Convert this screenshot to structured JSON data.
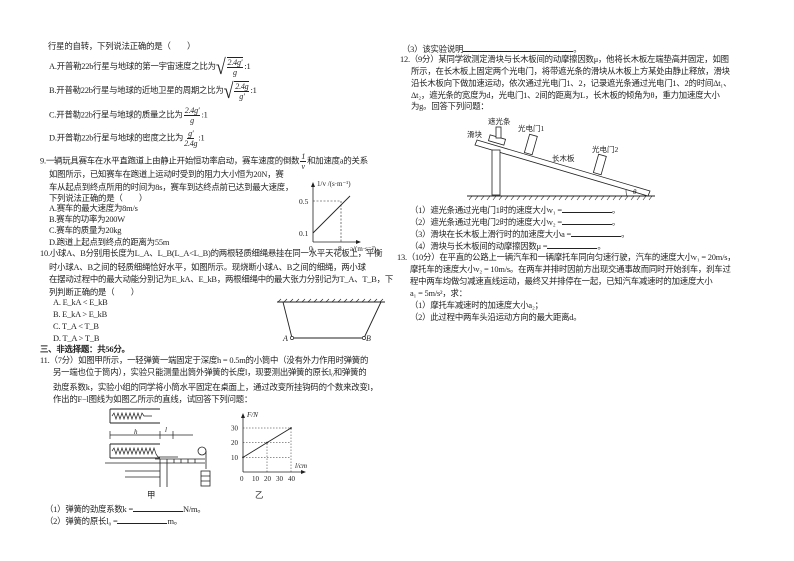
{
  "q8": {
    "stem": "行星的自转，下列说法正确的是（　　）",
    "options": [
      {
        "text": "A.开普勒22b行星与地球的第一宇宙速度之比为",
        "num": "2.4g′",
        "den": "g",
        "tail": ":1"
      },
      {
        "text": "B.开普勒22b行星与地球的近地卫星的周期之比为",
        "num": "2.4g",
        "den": "g′",
        "tail": ":1"
      },
      {
        "text": "C.开普勒22b行星与地球的质量之比为",
        "num": "2.4g′",
        "den": "g",
        "tail": ":1"
      },
      {
        "text": "D.开普勒22b行星与地球的密度之比为",
        "num": "g′",
        "den": "2.4g",
        "tail": ":1"
      }
    ]
  },
  "q9": {
    "stem1": "9.一辆玩具赛车在水平直跑道上由静止开始恒功率启动，赛车速度的倒数",
    "frac_num": "1",
    "frac_den": "v",
    "stem1b": "和加速度a的关系",
    "stem2": "如图所示，已知赛车在跑道上运动时受到的阻力大小恒为20N，赛",
    "stem3": "车从起点到终点所用的时间为8s，赛车到达终点前已达到最大速度，",
    "stem4": "下列说法正确的是（　　）",
    "options": [
      "A.赛车的最大速度为8m/s",
      "B.赛车的功率为200W",
      "C.赛车的质量为20kg",
      "D.跑道上起点到终点的距离为55m"
    ],
    "graph": {
      "ylabel": "1/v /(s·m⁻¹)",
      "xlabel": "a/(m·s⁻²)",
      "y_ticks": [
        "0.5",
        "0.1"
      ],
      "x_ticks": [
        "0",
        "8"
      ]
    }
  },
  "q10": {
    "stem1": "10.小球A、B分别用长度为L_A、L_B(L_A<L_B)的两根轻质细绳悬挂在同一水平天花板上，平衡",
    "stem2": "时小球A、B之间的轻质细绳恰好水平，如图所示。现烧断小球A、B之间的细绳，两小球",
    "stem3": "在摆动过程中的最大动能分别记为E_kA、E_kB，两根细绳中的最大张力分别记为T_A、T_B，下",
    "stem4": "列判断正确的是（　　）",
    "options": [
      "A. E_kA < E_kB",
      "B. E_kA > E_kB",
      "C. T_A < T_B",
      "D. T_A > T_B"
    ],
    "fig": {
      "label_a": "A",
      "label_b": "B"
    }
  },
  "section3": "三、非选择题：共56分。",
  "q11": {
    "stem1": "11.（7分）如图甲所示，一轻弹簧一端固定于深度h = 0.5m的小筒中（没有外力作用时弹簧的",
    "stem2": "另一端也位于筒内），实验只能测量出筒外弹簧的长度l，现要测出弹簧的原长l₀和弹簧的",
    "stem3": "劲度系数k，实验小组的同学将小筒水平固定在桌面上，通过改变所挂钩码的个数来改变l，",
    "stem4": "作出的F−l图线为如图乙所示的直线，试回答下列问题：",
    "fig1": {
      "caption": "甲",
      "h_label": "h",
      "l_label": "l"
    },
    "fig2": {
      "caption": "乙",
      "chart_data": {
        "type": "line",
        "xlabel": "l/cm",
        "ylabel": "F/N",
        "x": [
          0,
          20,
          40
        ],
        "y": [
          10,
          20,
          30
        ],
        "x_ticks": [
          "0",
          "10",
          "20",
          "30",
          "40"
        ],
        "y_ticks": [
          "10",
          "20",
          "30"
        ],
        "xlim": [
          0,
          40
        ],
        "ylim": [
          0,
          30
        ]
      }
    },
    "sub1": "（1）弹簧的劲度系数k =",
    "sub1_unit": "N/m。",
    "sub2": "（2）弹簧的原长l₀ =",
    "sub2_unit": "m。",
    "sub3": "（3）该实验说明"
  },
  "q12": {
    "stem1": "12.（9分）某同学欲测定滑块与长木板间的动摩擦因数μ，他将长木板左端垫高并固定，如图",
    "stem2": "所示，在长木板上固定两个光电门，将带遮光条的滑块从木板上方某处由静止释放，滑块",
    "stem3": "沿长木板向下做加速运动，依次通过光电门1、2，记录遮光条通过光电门1、2的时间Δt₁、",
    "stem4": "Δt₂，遮光条的宽度为d，光电门1、2间的距离为L，长木板的倾角为θ，重力加速度大小",
    "stem5": "为g。回答下列问题：",
    "fig": {
      "strip": "遮光条",
      "slider": "滑块",
      "gate1": "光电门1",
      "board": "长木板",
      "gate2": "光电门2",
      "angle": "θ"
    },
    "subs": [
      "（1）遮光条通过光电门1时的速度大小v₁ =",
      "（2）遮光条通过光电门2时的速度大小v₂ =",
      "（3）滑块在长木板上滑行时的加速度大小a =",
      "（4）滑块与长木板间的动摩擦因数μ ="
    ]
  },
  "q13": {
    "stem1": "13.（10分）在平直的公路上一辆汽车和一辆摩托车同向匀速行驶，汽车的速度大小v₁ = 20m/s，",
    "stem2": "摩托车的速度大小v₂ = 10m/s。在两车并排时因前方出现交通事故而同时开始刹车，刹车过",
    "stem3": "程中两车均做匀减速直线运动，最终又并排停在一起，已知汽车减速时的加速度大小",
    "stem4": "a₁ = 5m/s²，求：",
    "subs": [
      "（1）摩托车减速时的加速度大小a₂；",
      "（2）此过程中两车头沿运动方向的最大距离d。"
    ]
  }
}
